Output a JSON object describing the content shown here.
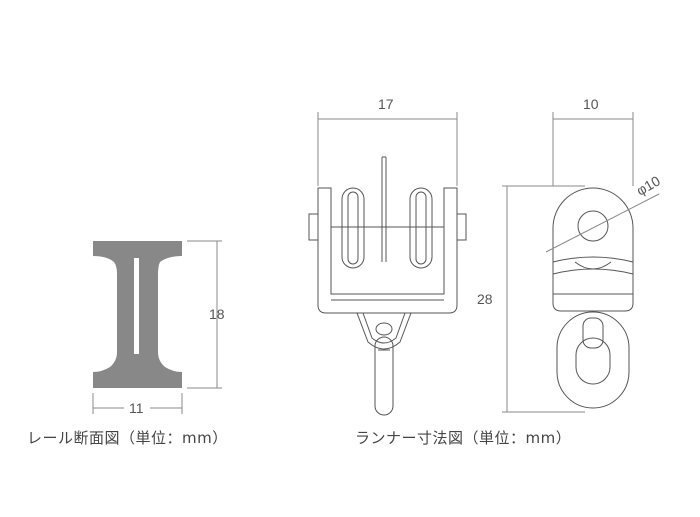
{
  "rail_section": {
    "caption": "レール断面図（単位：mm）",
    "width_label": "11",
    "height_label": "18"
  },
  "runner": {
    "caption": "ランナー寸法図（単位：mm）",
    "front_width_label": "17",
    "side_width_label": "10",
    "height_label": "28",
    "hole_diameter_label": "φ10"
  },
  "colors": {
    "rail_fill": "#888888",
    "line": "#8a8a8a",
    "outline": "#555555"
  }
}
